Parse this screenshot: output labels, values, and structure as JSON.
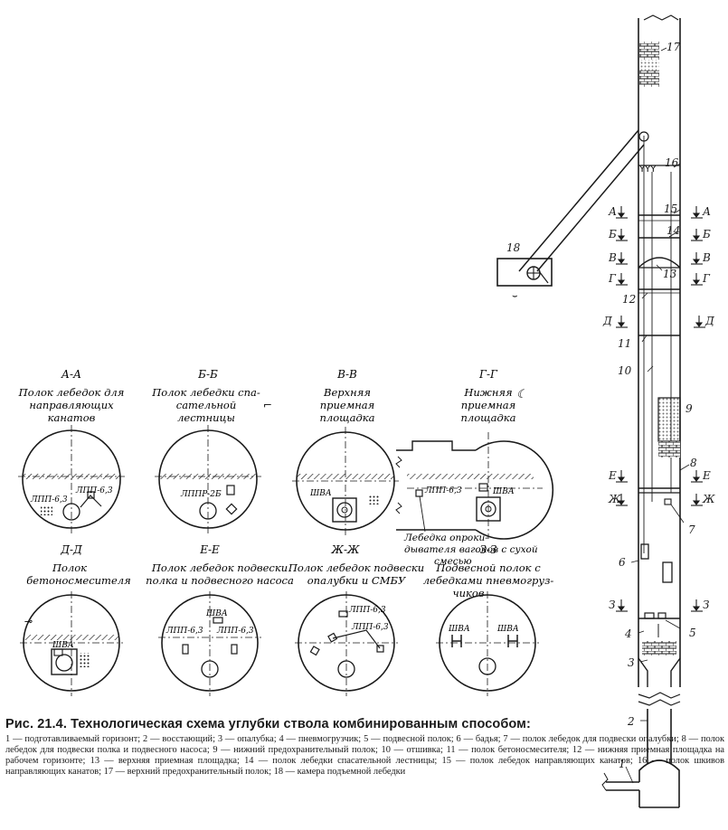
{
  "colors": {
    "ink": "#1a1a1a",
    "paper": "#ffffff"
  },
  "sections": [
    {
      "id": "A",
      "title": "А-А",
      "lines": [
        "Полок лебедок для",
        "направляющих",
        "канатов"
      ],
      "labels": [
        "ЛПП-6,3",
        "ЛПП-6,3"
      ]
    },
    {
      "id": "B",
      "title": "Б-Б",
      "lines": [
        "Полок лебедки спа-",
        "сательной",
        "лестницы"
      ],
      "labels": [
        "ЛППР-2Б"
      ]
    },
    {
      "id": "V",
      "title": "В-В",
      "lines": [
        "Верхняя",
        "приемная",
        "площадка"
      ],
      "labels": [
        "ШВА"
      ]
    },
    {
      "id": "G",
      "title": "Г-Г",
      "lines": [
        "Нижняя",
        "приемная",
        "площадка"
      ],
      "labels": [
        "ЛПП-6,3",
        "ШВА"
      ]
    },
    {
      "id": "D",
      "title": "Д-Д",
      "lines": [
        "Полок",
        "бетоносмесителя"
      ],
      "labels": [
        "ШВА"
      ]
    },
    {
      "id": "E",
      "title": "Е-Е",
      "lines": [
        "Полок лебедок подвески",
        "полка и подвесного насоса"
      ],
      "labels": [
        "ШВА",
        "ЛПП-6,3",
        "ЛПП-6,3"
      ]
    },
    {
      "id": "ZH",
      "title": "Ж-Ж",
      "lines": [
        "Полок лебедок подвески",
        "опалубки и СМБУ"
      ],
      "labels": [
        "ЛПП-6,3",
        "ЛПП-6,3"
      ]
    },
    {
      "id": "Z",
      "title": "З-З",
      "lines": [
        "Подвесной полок с",
        "лебедками пневмогруз-",
        "чиков"
      ],
      "labels": [
        "ШВА",
        "ШВА"
      ]
    }
  ],
  "tipper_note": [
    "Лебедка опроки-",
    "дывателя вагонов с сухой",
    "смесью"
  ],
  "shaft": {
    "numbers": [
      "17",
      "16",
      "15",
      "14",
      "13",
      "12",
      "11",
      "10",
      "9",
      "8",
      "7",
      "6",
      "5",
      "4",
      "3",
      "2",
      "1",
      "18"
    ],
    "section_marks_left": [
      "А",
      "Б",
      "В",
      "Г",
      "Д",
      "Е",
      "Ж",
      "З"
    ],
    "section_marks_right": [
      "А",
      "Б",
      "В",
      "Г",
      "Д",
      "Е",
      "Ж",
      "З"
    ]
  },
  "caption": {
    "title": "Рис. 21.4. Технологическая схема углубки ствола комбинированным способом:",
    "legend": "1 — подготавливаемый горизонт; 2 — восстающий; 3 — опалубка; 4 — пневмогрузчик; 5 — подвесной полок; 6 — бадья; 7 — полок лебедок для подвески опалубки; 8 — полок лебедок для подвески полка и подвесного насоса; 9 — нижний предохранительный полок; 10 — отшивка; 11 — полок бетоносмесителя; 12 — нижняя приемная площадка на рабочем горизонте; 13 — верхняя приемная площадка; 14 — полок лебедки спасательной лестницы; 15 — полок лебедок направляющих канатов; 16 — полок шкивов направляющих канатов; 17 — верхний предохранительный полок; 18 — камера подъемной лебедки"
  }
}
